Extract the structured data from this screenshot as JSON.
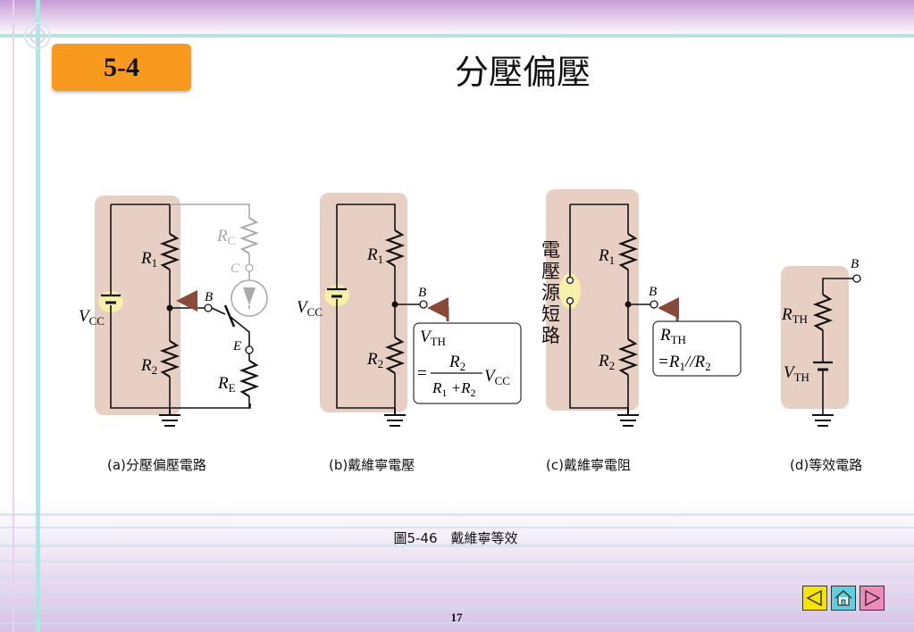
{
  "section": "5-4",
  "title": "分壓偏壓",
  "figures": {
    "a": {
      "caption": "(a)分壓偏壓電路",
      "labels": {
        "r1": "R",
        "r1_sub": "1",
        "r2": "R",
        "r2_sub": "2",
        "rc": "R",
        "rc_sub": "C",
        "re": "R",
        "re_sub": "E",
        "vcc": "V",
        "vcc_sub": "CC",
        "b": "B",
        "c": "C",
        "e": "E"
      }
    },
    "b": {
      "caption": "(b)戴維寧電壓",
      "labels": {
        "r1": "R",
        "r1_sub": "1",
        "r2": "R",
        "r2_sub": "2",
        "vcc": "V",
        "vcc_sub": "CC",
        "b": "B"
      },
      "formula": {
        "lhs": "V",
        "lhs_sub": "TH",
        "eq": "=",
        "num": "R",
        "num_sub": "2",
        "den1": "R",
        "den1_sub": "1",
        "plus": " +R",
        "den2_sub": "2",
        "vcc": "V",
        "vcc_sub": "CC"
      }
    },
    "c": {
      "caption": "(c)戴維寧電阻",
      "side_label": [
        "電",
        "壓",
        "源",
        "短",
        "路"
      ],
      "labels": {
        "r1": "R",
        "r1_sub": "1",
        "r2": "R",
        "r2_sub": "2",
        "b": "B"
      },
      "formula": {
        "lhs": "R",
        "lhs_sub": "TH",
        "rhs": "=R",
        "rhs_sub1": "1",
        "par": "//R",
        "rhs_sub2": "2"
      }
    },
    "d": {
      "caption": "(d)等效電路",
      "labels": {
        "rth": "R",
        "rth_sub": "TH",
        "vth": "V",
        "vth_sub": "TH",
        "b": "B"
      }
    }
  },
  "figure_caption": "圖5-46　戴維寧等效",
  "page_number": "17",
  "colors": {
    "badge": "#f79a1e",
    "highlight": "#e8cfc4",
    "arrow": "#8a4a3a",
    "stripe": "#c8a0d8"
  }
}
